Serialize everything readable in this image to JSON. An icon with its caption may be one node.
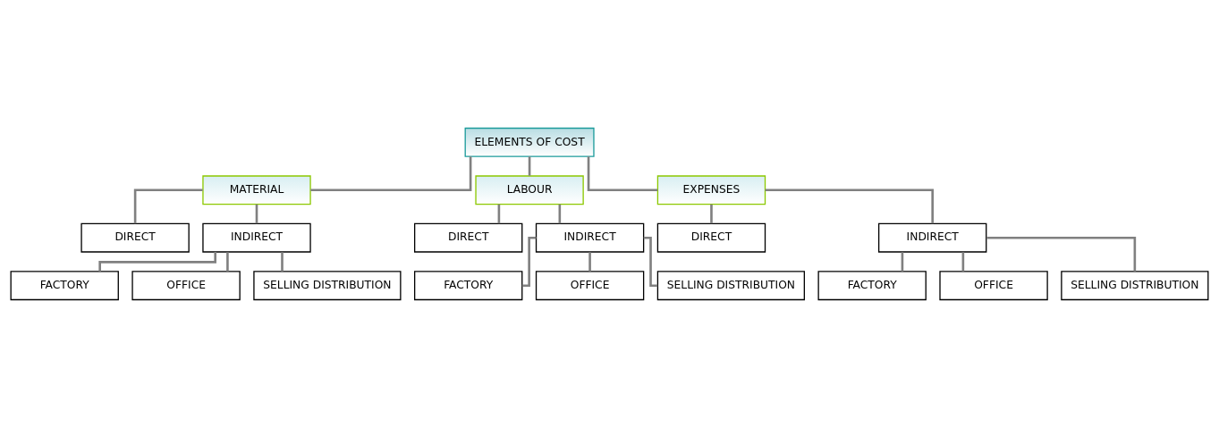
{
  "diagram": {
    "nodes": [
      {
        "text": [
          "ELEMENTS OF COST"
        ]
      },
      {
        "text": [
          "MATERIAL"
        ]
      },
      {
        "text": [
          "LABOUR"
        ]
      },
      {
        "text": [
          "EXPENSES"
        ]
      },
      {
        "text": [
          "DIRECT"
        ]
      },
      {
        "text": [
          "INDIRECT"
        ]
      },
      {
        "text": [
          "FACTORY"
        ]
      },
      {
        "text": [
          "OFFICE"
        ]
      },
      {
        "text": [
          "SELLING DISTRIBUTION"
        ]
      },
      {
        "text": [
          "DIRECT"
        ]
      },
      {
        "text": [
          "INDIRECT"
        ]
      },
      {
        "text": [
          "FACTORY"
        ]
      },
      {
        "text": [
          "OFFICE"
        ]
      },
      {
        "text": [
          "SELLING DISTRIBUTION"
        ]
      },
      {
        "text": [
          "DIRECT"
        ]
      },
      {
        "text": [
          "INDIRECT"
        ]
      },
      {
        "text": [
          "FACTORY"
        ]
      },
      {
        "text": [
          "OFFICE"
        ]
      },
      {
        "text": [
          "SELLING DISTRIBUTION"
        ]
      }
    ],
    "edges": [
      {
        "from": 0,
        "to": 1,
        "arrow": "none"
      },
      {
        "from": 0,
        "to": 2,
        "arrow": "none"
      },
      {
        "from": 0,
        "to": 3,
        "arrow": "none"
      },
      {
        "from": 1,
        "to": 4,
        "arrow": "none"
      },
      {
        "from": 1,
        "to": 5,
        "arrow": "none"
      },
      {
        "from": 5,
        "to": 6,
        "arrow": "none"
      },
      {
        "from": 5,
        "to": 7,
        "arrow": "none"
      },
      {
        "from": 5,
        "to": 8,
        "arrow": "none"
      },
      {
        "from": 2,
        "to": 9,
        "arrow": "none"
      },
      {
        "from": 2,
        "to": 10,
        "arrow": "none"
      },
      {
        "from": 10,
        "to": 11,
        "arrow": "none"
      },
      {
        "from": 10,
        "to": 12,
        "arrow": "none"
      },
      {
        "from": 10,
        "to": 13,
        "arrow": "none"
      },
      {
        "from": 3,
        "to": 14,
        "arrow": "none"
      },
      {
        "from": 3,
        "to": 15,
        "arrow": "none"
      },
      {
        "from": 15,
        "to": 16,
        "arrow": "none"
      },
      {
        "from": 15,
        "to": 17,
        "arrow": "none"
      },
      {
        "from": 15,
        "to": 18,
        "arrow": "none"
      }
    ]
  }
}
